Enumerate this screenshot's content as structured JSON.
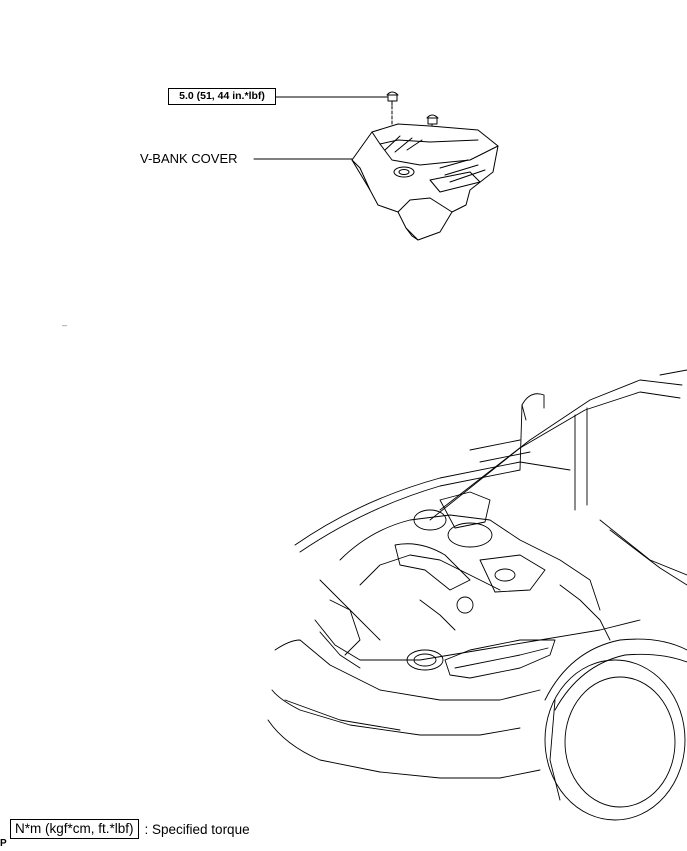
{
  "diagram": {
    "torque_callout": "5.0 (51, 44 in.*lbf)",
    "part_label": "V-BANK COVER",
    "legend": {
      "box_text": "N*m (kgf*cm, ft.*lbf)",
      "description": ": Specified torque"
    },
    "figure_code": "P",
    "stray_mark": "–"
  }
}
